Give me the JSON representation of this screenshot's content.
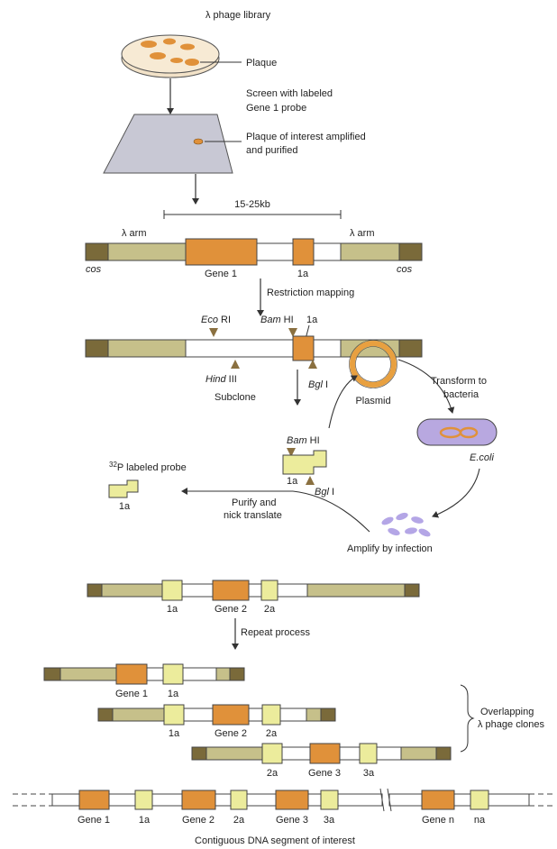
{
  "colors": {
    "cos": "#7a6a3a",
    "arm": "#c6c08a",
    "gene": "#e0913a",
    "probe": "#ecec9c",
    "white": "#ffffff",
    "arrow": "#333333",
    "site": "#8a7040",
    "plasmid": "#e8a040",
    "ecoli": "#b8a8e0",
    "phage": "#b4a6e6",
    "plate": "#f2e2c8"
  },
  "top": {
    "library": "λ phage library",
    "plaque": "Plaque",
    "screen_1": "Screen with labeled",
    "screen_2": "Gene 1 probe",
    "interest_1": "Plaque of interest amplified",
    "interest_2": "and purified"
  },
  "clone": {
    "size": "15-25kb",
    "arm_left": "λ arm",
    "arm_right": "λ arm",
    "cos_left": "cos",
    "cos_right": "cos",
    "gene": "Gene 1",
    "probe_label": "1a",
    "mapping": "Restriction mapping"
  },
  "restriction": {
    "eco_a": "Eco",
    "eco_b": " RI",
    "bam_a": "Bam",
    "bam_b": " HI",
    "bam_probe": "1a",
    "hind_a": "Hind",
    "hind_b": " III",
    "bgl_a": "Bgl",
    "bgl_b": " I",
    "subclone": "Subclone"
  },
  "cycle": {
    "plasmid": "Plasmid",
    "transform_1": "Transform to",
    "transform_2": "bacteria",
    "ecoli": "E.coli",
    "amplify": "Amplify by infection",
    "bam_a": "Bam",
    "bam_b": " HI",
    "frag_label": "1a",
    "bgl_a": "Bgl",
    "bgl_b": " I",
    "purify_1": "Purify and",
    "purify_2": "nick translate",
    "probe_sup": "32",
    "probe_text": "P labeled probe",
    "probe_label": "1a"
  },
  "walk": {
    "labels": [
      "1a",
      "Gene 2",
      "2a"
    ],
    "repeat": "Repeat process"
  },
  "overlap": {
    "clone_1": [
      "Gene 1",
      "1a"
    ],
    "clone_2": [
      "1a",
      "Gene 2",
      "2a"
    ],
    "clone_3": [
      "2a",
      "Gene 3",
      "3a"
    ],
    "note_1": "Overlapping",
    "note_2": "λ phage clones"
  },
  "contig": {
    "labels": [
      "Gene 1",
      "1a",
      "Gene 2",
      "2a",
      "Gene 3",
      "3a",
      "Gene n",
      "na"
    ],
    "caption": "Contiguous DNA segment of interest"
  }
}
